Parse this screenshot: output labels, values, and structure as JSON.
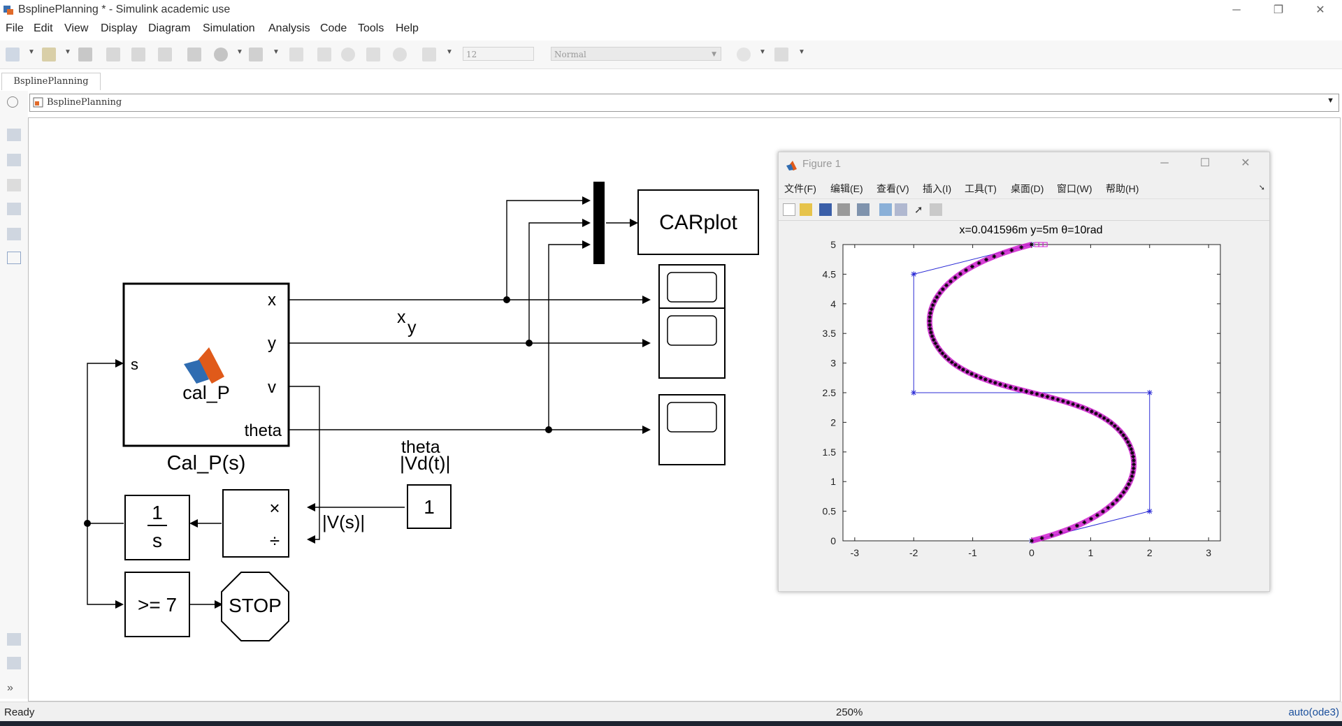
{
  "window": {
    "title": "BsplinePlanning * - Simulink academic use"
  },
  "menu": [
    "File",
    "Edit",
    "View",
    "Display",
    "Diagram",
    "Simulation",
    "Analysis",
    "Code",
    "Tools",
    "Help"
  ],
  "toolbar": {
    "stop_time": "12",
    "sim_mode": "Normal"
  },
  "tab": {
    "label": "BsplinePlanning"
  },
  "breadcrumb": {
    "label": "BsplinePlanning"
  },
  "diagram": {
    "cal_block": {
      "ports_out": [
        "x",
        "y",
        "v",
        "theta"
      ],
      "port_in": "s",
      "inner_label": "cal_P",
      "caption": "Cal_P(s)"
    },
    "carplot": "CARplot",
    "label_xy_x": "x",
    "label_xy_y": "y",
    "label_theta": "theta",
    "label_vd": "|Vd(t)|",
    "label_vs": "|V(s)|",
    "constant": "1",
    "integrator_num": "1",
    "integrator_den": "s",
    "compare": ">= 7",
    "stop": "STOP",
    "product_times": "×",
    "product_div": "÷"
  },
  "status": {
    "left": "Ready",
    "zoom": "250%",
    "solver": "auto(ode3)"
  },
  "figure": {
    "title": "Figure 1",
    "menu": [
      "文件(F)",
      "编辑(E)",
      "查看(V)",
      "插入(I)",
      "工具(T)",
      "桌面(D)",
      "窗口(W)",
      "帮助(H)"
    ],
    "plot_title": "x=0.041596m y=5m θ=10rad",
    "xticks": [
      "-3",
      "-2",
      "-1",
      "0",
      "1",
      "2",
      "3"
    ],
    "yticks": [
      "0",
      "0.5",
      "1",
      "1.5",
      "2",
      "2.5",
      "3",
      "3.5",
      "4",
      "4.5",
      "5"
    ]
  },
  "chart_data": {
    "type": "line",
    "title": "x=0.041596m y=5m θ=10rad",
    "xlim": [
      -3.2,
      3.2
    ],
    "ylim": [
      0,
      5
    ],
    "grid": false,
    "control_points": {
      "x": [
        0,
        2,
        2,
        -2,
        -2,
        0
      ],
      "y": [
        0,
        0.5,
        2.5,
        2.5,
        4.5,
        5
      ],
      "color": "#2b2bd6"
    },
    "path": {
      "color": "#d01fd0",
      "marker_color": "#000000"
    }
  },
  "colors": {
    "figure_bg": "#f0f0f0",
    "matlab_orange": "#e05a1a",
    "status_blue": "#1a4f9c"
  }
}
